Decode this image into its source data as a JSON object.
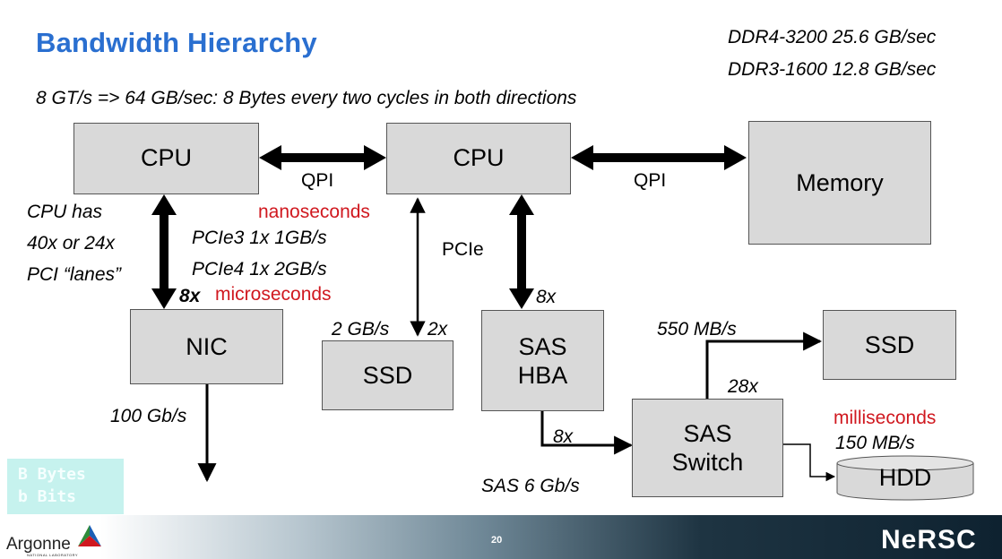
{
  "title": "Bandwidth Hierarchy",
  "ddr": [
    "DDR4-3200  25.6 GB/sec",
    "DDR3-1600 12.8 GB/sec"
  ],
  "subtitle": "8 GT/s => 64 GB/sec: 8 Bytes every two cycles in both directions",
  "boxes": {
    "cpu_left": "CPU",
    "cpu_mid": "CPU",
    "memory": "Memory",
    "nic": "NIC",
    "ssd_pcie": "SSD",
    "sas_hba": [
      "SAS",
      "HBA"
    ],
    "ssd_sas": "SSD",
    "sas_switch": [
      "SAS",
      "Switch"
    ],
    "hdd": "HDD"
  },
  "labels": {
    "qpi_left": "QPI",
    "qpi_right": "QPI",
    "cpu_has": [
      "CPU has",
      "40x or 24x",
      "PCI “lanes”"
    ],
    "nanoseconds": "nanoseconds",
    "pcie3": "PCIe3 1x 1GB/s",
    "pcie4": "PCIe4 1x 2GB/s",
    "microseconds": "microseconds",
    "pcie": "PCIe",
    "x8_nic": "8x",
    "x8_hba": "8x",
    "gbs2": "2 GB/s",
    "x2": "2x",
    "mbs550": "550 MB/s",
    "x28": "28x",
    "gbs100": "100 Gb/s",
    "x8_switch": "8x",
    "milliseconds": "milliseconds",
    "mbs150": "150 MB/s",
    "sas6": "SAS 6 Gb/s"
  },
  "legend": [
    "B Bytes",
    "b Bits"
  ],
  "footer": {
    "page_number": "20",
    "argonne": "Argonne",
    "argonne_sub": "NATIONAL LABORATORY",
    "nersc": "NeRSC"
  },
  "colors": {
    "title": "#2a6fd0",
    "latency_red": "#d0181f",
    "box_fill": "#d9d9d9"
  }
}
